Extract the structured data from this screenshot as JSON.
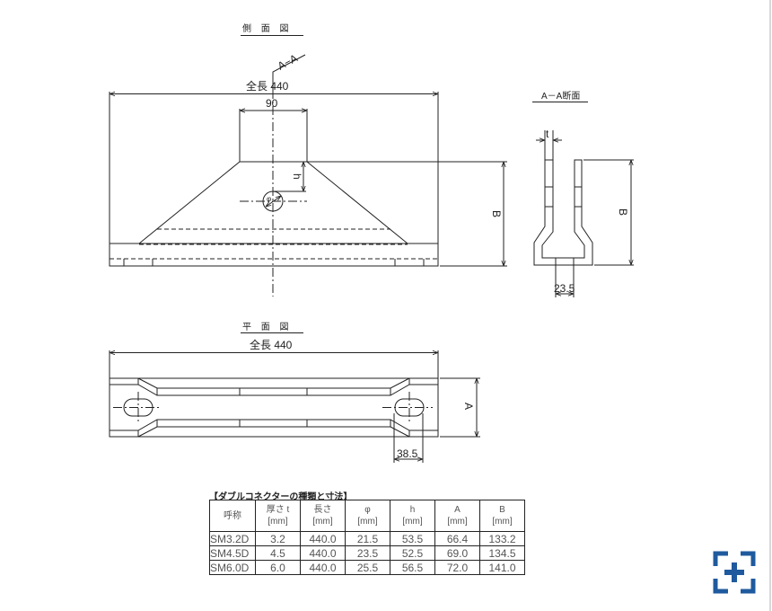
{
  "side_view": {
    "title": "側 面 図",
    "section_mark": "A−A",
    "overall_length": "全長 440",
    "top_width": "90",
    "h_label": "h",
    "phi_label": "φ",
    "b_label": "B"
  },
  "section_view": {
    "title": "A－A断面",
    "t_label": "t",
    "b_label": "B",
    "gap": "23.5"
  },
  "plan_view": {
    "title": "平 面 図",
    "overall_length": "全長 440",
    "a_label": "A",
    "slot_pitch": "38.5"
  },
  "table": {
    "title": "【ダブルコネクターの種類と寸法】",
    "headers": [
      {
        "name": "呼称",
        "unit": ""
      },
      {
        "name": "厚さ t",
        "unit": "[mm]"
      },
      {
        "name": "長さ",
        "unit": "[mm]"
      },
      {
        "name": "φ",
        "unit": "[mm]"
      },
      {
        "name": "h",
        "unit": "[mm]"
      },
      {
        "name": "A",
        "unit": "[mm]"
      },
      {
        "name": "B",
        "unit": "[mm]"
      }
    ],
    "rows": [
      [
        "SM3.2D",
        "3.2",
        "440.0",
        "21.5",
        "53.5",
        "66.4",
        "133.2"
      ],
      [
        "SM4.5D",
        "4.5",
        "440.0",
        "23.5",
        "52.5",
        "69.0",
        "134.5"
      ],
      [
        "SM6.0D",
        "6.0",
        "440.0",
        "25.5",
        "56.5",
        "72.0",
        "141.0"
      ]
    ]
  },
  "controls": {
    "zoom_icon": "zoom-fit-plus-icon",
    "accent": "#1f5a9e"
  }
}
